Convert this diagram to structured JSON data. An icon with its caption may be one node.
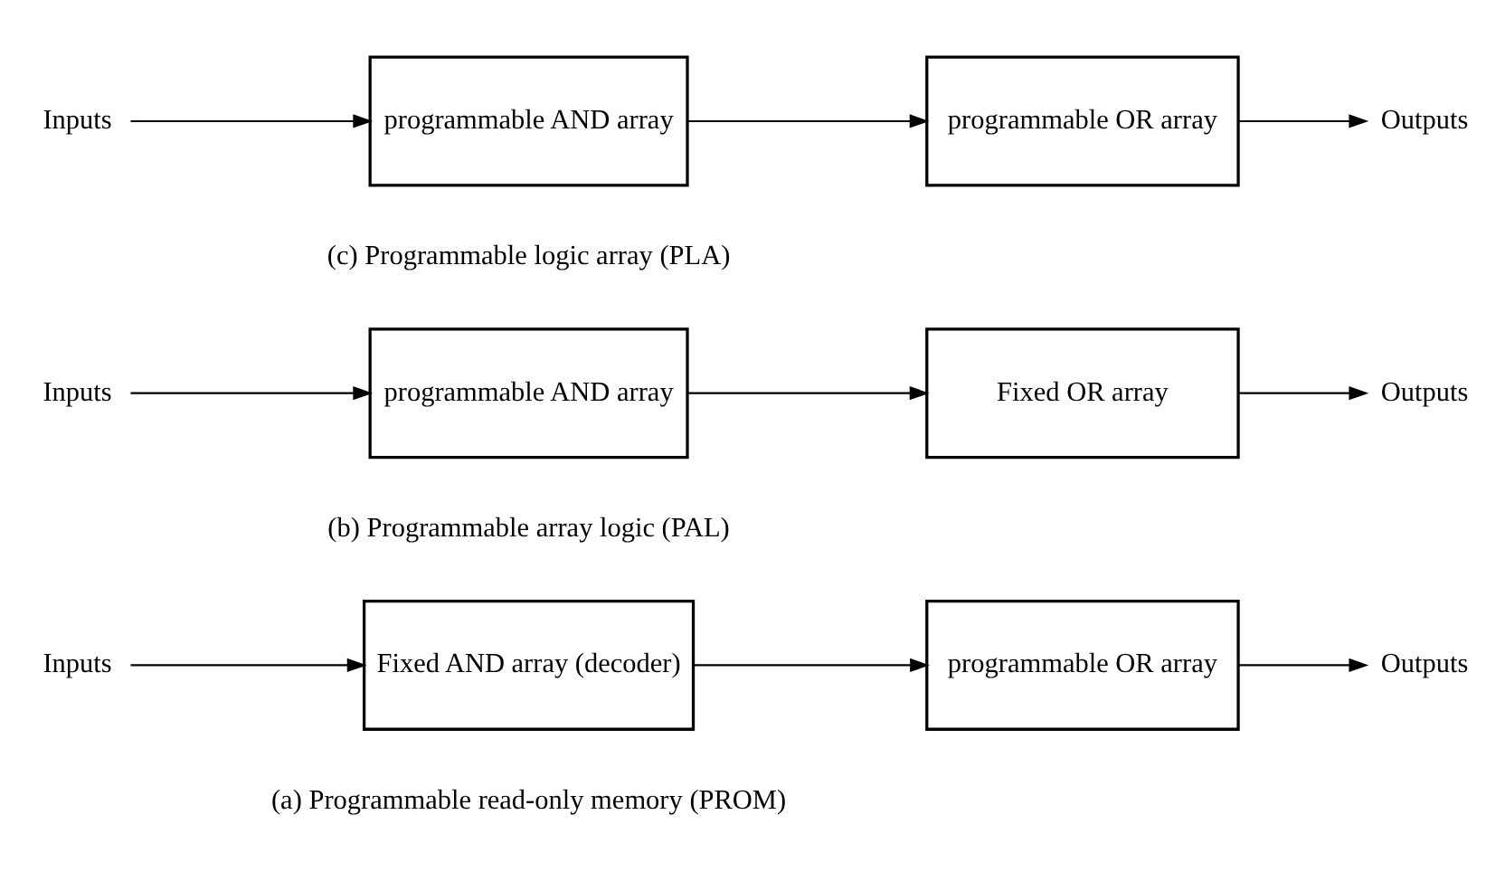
{
  "diagram": {
    "nodes": [
      {
        "text": [
          "Inputs"
        ]
      },
      {
        "text": [
          "Fixed AND array (decoder)"
        ]
      },
      {
        "text": [
          "programmable OR array"
        ]
      },
      {
        "text": [
          "Outputs"
        ]
      },
      {
        "text": [
          "Inputs"
        ]
      },
      {
        "text": [
          "programmable AND array"
        ]
      },
      {
        "text": [
          "Fixed OR array"
        ]
      },
      {
        "text": [
          "Outputs"
        ]
      },
      {
        "text": [
          "Inputs"
        ]
      },
      {
        "text": [
          "programmable AND array"
        ]
      },
      {
        "text": [
          "programmable OR array"
        ]
      },
      {
        "text": [
          "Outputs"
        ]
      }
    ],
    "edges": [
      {
        "from": 0,
        "to": 1,
        "arrow": "to"
      },
      {
        "from": 1,
        "to": 2,
        "arrow": "to"
      },
      {
        "from": 2,
        "to": 3,
        "arrow": "to"
      },
      {
        "from": 4,
        "to": 5,
        "arrow": "to"
      },
      {
        "from": 5,
        "to": 6,
        "arrow": "to"
      },
      {
        "from": 6,
        "to": 7,
        "arrow": "to"
      },
      {
        "from": 8,
        "to": 9,
        "arrow": "to"
      },
      {
        "from": 9,
        "to": 10,
        "arrow": "to"
      },
      {
        "from": 10,
        "to": 11,
        "arrow": "to"
      }
    ],
    "labels": [
      "(a) Programmable read-only memory (PROM)",
      "(b) Programmable array logic (PAL)",
      "(c) Programmable logic array (PLA)"
    ]
  }
}
